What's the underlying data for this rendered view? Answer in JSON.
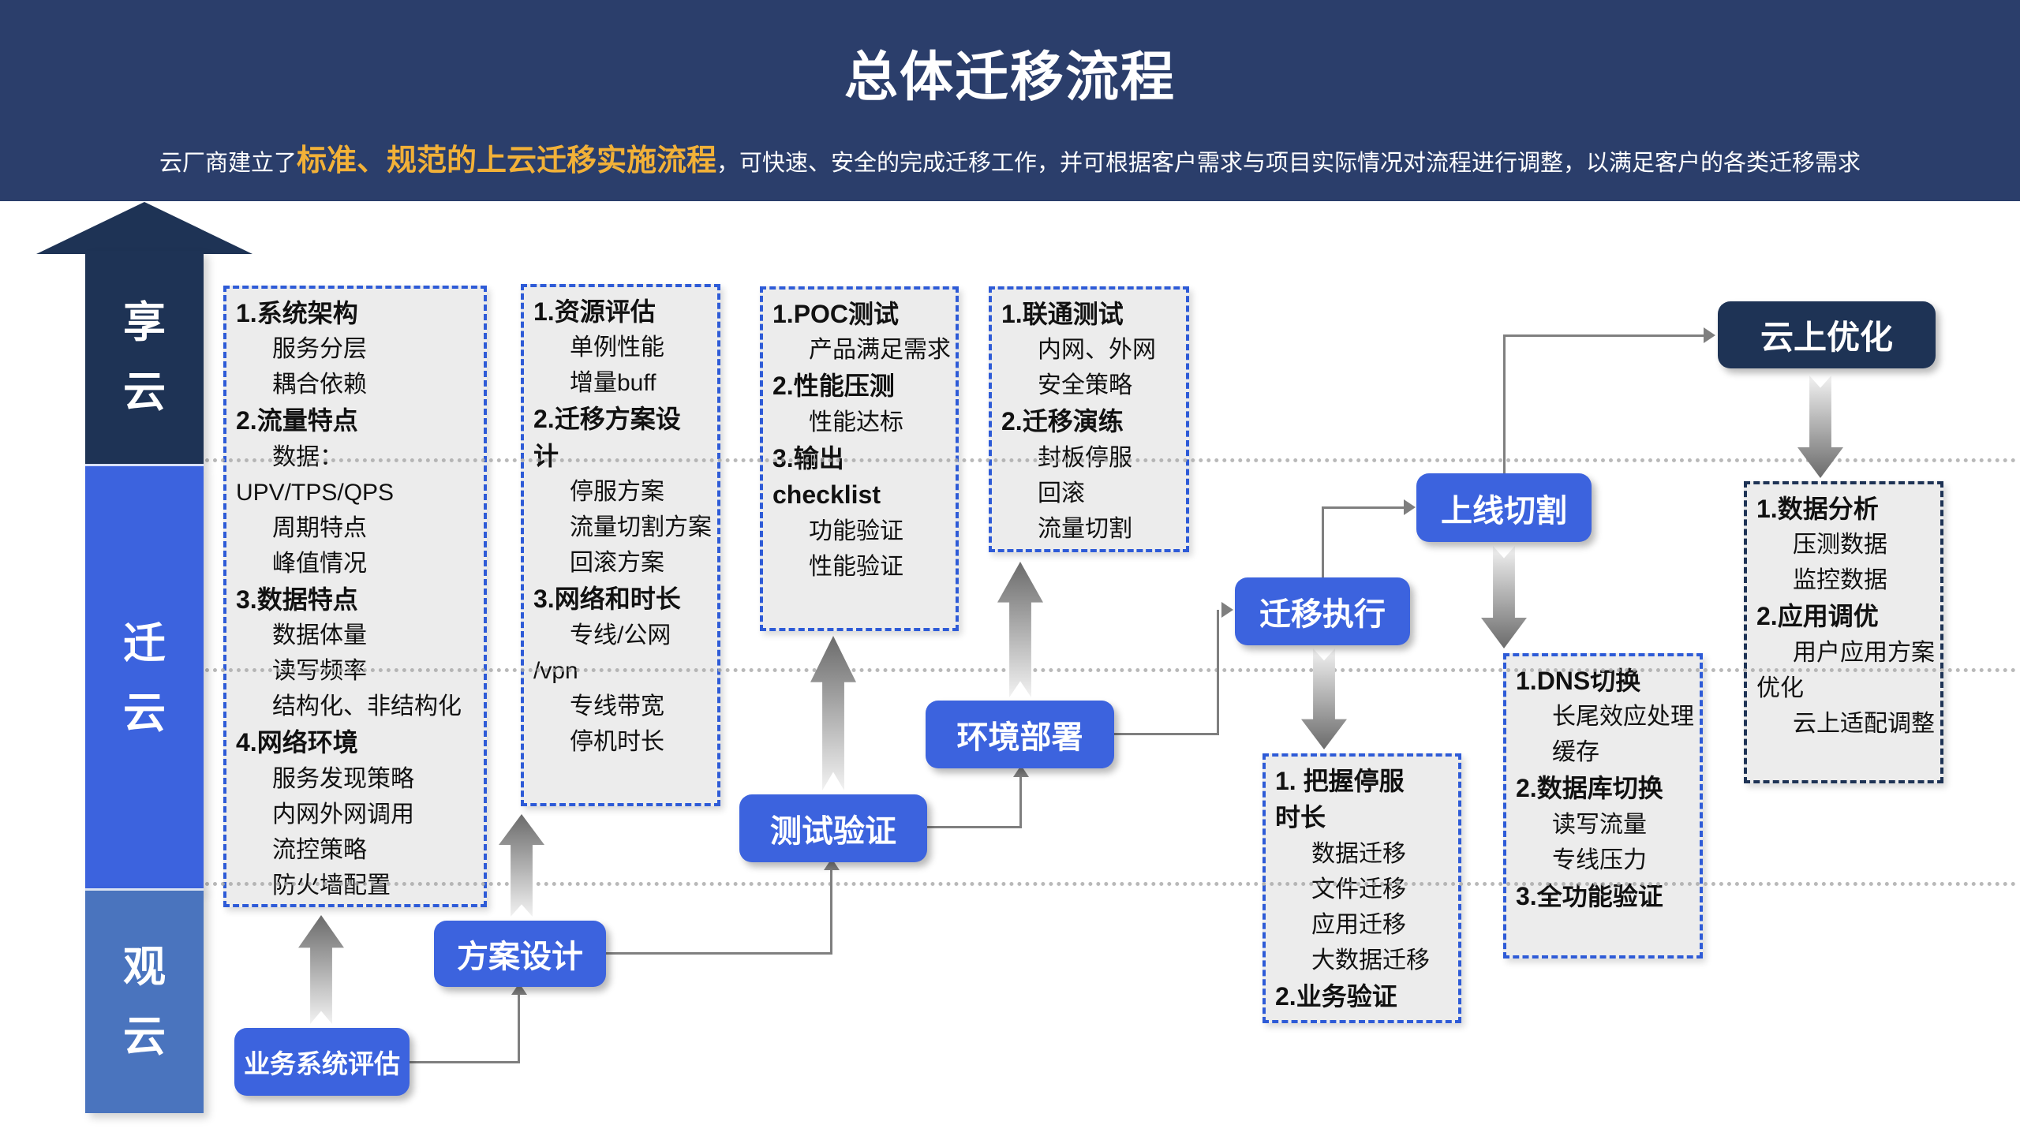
{
  "header": {
    "title": "总体迁移流程",
    "subtitle_prefix": "云厂商建立了",
    "subtitle_highlight": "标准、规范的上云迁移实施流程",
    "subtitle_suffix": "，可快速、安全的完成迁移工作，并可根据客户需求与项目实际情况对流程进行调整，以满足客户的各类迁移需求"
  },
  "stages": [
    {
      "label": "享云",
      "color": "#1E3355"
    },
    {
      "label": "迁云",
      "color": "#3C63DE"
    },
    {
      "label": "观云",
      "color": "#4A74BE"
    }
  ],
  "steps": [
    {
      "label": "业务系统评估"
    },
    {
      "label": "方案设计"
    },
    {
      "label": "测试验证"
    },
    {
      "label": "环境部署"
    },
    {
      "label": "迁移执行"
    },
    {
      "label": "上线切割"
    },
    {
      "label": "云上优化"
    }
  ],
  "detail_boxes": [
    {
      "lines": [
        {
          "t": "1.系统架构",
          "k": "h"
        },
        {
          "t": "服务分层",
          "k": "s"
        },
        {
          "t": "耦合依赖",
          "k": "s"
        },
        {
          "t": "2.流量特点",
          "k": "h"
        },
        {
          "t": "数据：",
          "k": "s"
        },
        {
          "t": "UPV/TPS/QPS",
          "k": "w"
        },
        {
          "t": "周期特点",
          "k": "s"
        },
        {
          "t": "峰值情况",
          "k": "s"
        },
        {
          "t": "3.数据特点",
          "k": "h"
        },
        {
          "t": "数据体量",
          "k": "s"
        },
        {
          "t": "读写频率",
          "k": "s"
        },
        {
          "t": "结构化、非结构化",
          "k": "s"
        },
        {
          "t": "4.网络环境",
          "k": "h"
        },
        {
          "t": "服务发现策略",
          "k": "s"
        },
        {
          "t": "内网外网调用",
          "k": "s"
        },
        {
          "t": "流控策略",
          "k": "s"
        },
        {
          "t": "防火墙配置",
          "k": "s"
        }
      ]
    },
    {
      "lines": [
        {
          "t": "1.资源评估",
          "k": "h"
        },
        {
          "t": "单例性能",
          "k": "s"
        },
        {
          "t": "增量buff",
          "k": "s"
        },
        {
          "t": "2.迁移方案设",
          "k": "h"
        },
        {
          "t": "计",
          "k": "h"
        },
        {
          "t": "停服方案",
          "k": "s"
        },
        {
          "t": "流量切割方案",
          "k": "s"
        },
        {
          "t": "回滚方案",
          "k": "s"
        },
        {
          "t": "3.网络和时长",
          "k": "h"
        },
        {
          "t": "专线/公网",
          "k": "s"
        },
        {
          "t": "/vpn",
          "k": "w"
        },
        {
          "t": "专线带宽",
          "k": "s"
        },
        {
          "t": "停机时长",
          "k": "s"
        }
      ]
    },
    {
      "lines": [
        {
          "t": "1.POC测试",
          "k": "h"
        },
        {
          "t": "产品满足需求",
          "k": "s"
        },
        {
          "t": "2.性能压测",
          "k": "h"
        },
        {
          "t": "性能达标",
          "k": "s"
        },
        {
          "t": "3.输出",
          "k": "h"
        },
        {
          "t": "checklist",
          "k": "h"
        },
        {
          "t": "功能验证",
          "k": "s"
        },
        {
          "t": "性能验证",
          "k": "s"
        }
      ]
    },
    {
      "lines": [
        {
          "t": "1.联通测试",
          "k": "h"
        },
        {
          "t": "内网、外网",
          "k": "s"
        },
        {
          "t": "安全策略",
          "k": "s"
        },
        {
          "t": "2.迁移演练",
          "k": "h"
        },
        {
          "t": "封板停服",
          "k": "s"
        },
        {
          "t": "回滚",
          "k": "s"
        },
        {
          "t": "流量切割",
          "k": "s"
        }
      ]
    },
    {
      "lines": [
        {
          "t": "1. 把握停服",
          "k": "h"
        },
        {
          "t": "时长",
          "k": "h"
        },
        {
          "t": "数据迁移",
          "k": "s"
        },
        {
          "t": "文件迁移",
          "k": "s"
        },
        {
          "t": "应用迁移",
          "k": "s"
        },
        {
          "t": "大数据迁移",
          "k": "s"
        },
        {
          "t": "2.业务验证",
          "k": "h"
        }
      ]
    },
    {
      "lines": [
        {
          "t": "1.DNS切换",
          "k": "h"
        },
        {
          "t": "长尾效应处理",
          "k": "s"
        },
        {
          "t": "缓存",
          "k": "s"
        },
        {
          "t": "2.数据库切换",
          "k": "h"
        },
        {
          "t": "读写流量",
          "k": "s"
        },
        {
          "t": "专线压力",
          "k": "s"
        },
        {
          "t": "3.全功能验证",
          "k": "h"
        }
      ]
    },
    {
      "lines": [
        {
          "t": "1.数据分析",
          "k": "h"
        },
        {
          "t": "压测数据",
          "k": "s"
        },
        {
          "t": "监控数据",
          "k": "s"
        },
        {
          "t": "2.应用调优",
          "k": "h"
        },
        {
          "t": "用户应用方案",
          "k": "s"
        },
        {
          "t": "优化",
          "k": "w"
        },
        {
          "t": "云上适配调整",
          "k": "s"
        }
      ]
    }
  ],
  "colors": {
    "header_navy": "#2B3E6B",
    "navy": "#1E3355",
    "primary_blue": "#3C63DE",
    "steel_blue": "#4A74BE",
    "highlight_orange": "#F2B138",
    "box_fill": "#ECECEC",
    "box_border_blue": "#2E5BD7",
    "connector_gray": "#7F7F7F"
  }
}
